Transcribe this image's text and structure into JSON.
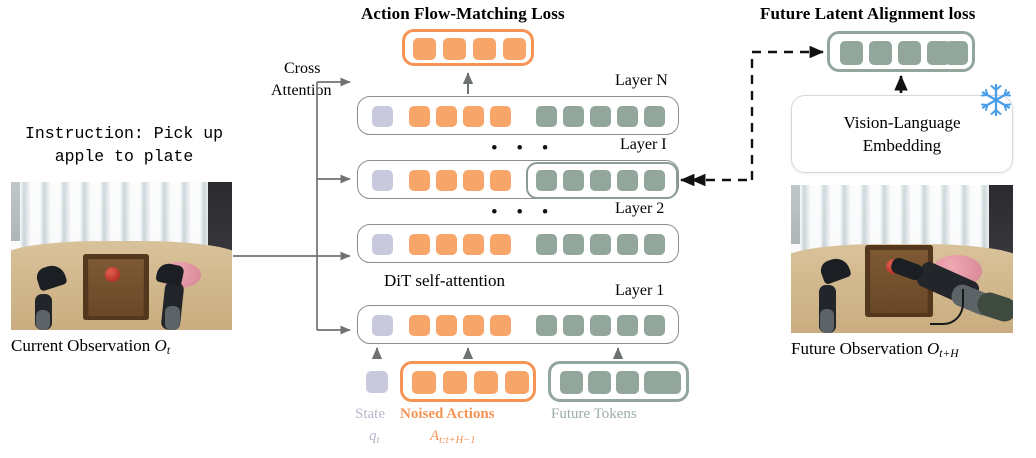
{
  "titles": {
    "left_loss": "Action Flow-Matching Loss",
    "right_loss": "Future Latent Alignment loss"
  },
  "instruction": {
    "line1": "Instruction: Pick up",
    "line2": "apple to plate"
  },
  "captions": {
    "current_observation": "Current Observation",
    "current_symbol": "O",
    "current_sub": "t",
    "future_observation": "Future Observation",
    "future_symbol": "O",
    "future_sub": "t+H"
  },
  "labels": {
    "cross_attention_line1": "Cross",
    "cross_attention_line2": "Attention",
    "dit_self_attention": "DiT self-attention",
    "vision_language_line1": "Vision-Language",
    "vision_language_line2": "Embedding",
    "ellipsis": "• • •"
  },
  "layers": [
    {
      "name": "Layer N",
      "state_tokens": 1,
      "action_tokens": 4,
      "future_tokens": 5,
      "highlight_future": false
    },
    {
      "name": "Layer I",
      "state_tokens": 1,
      "action_tokens": 4,
      "future_tokens": 5,
      "highlight_future": true
    },
    {
      "name": "Layer 2",
      "state_tokens": 1,
      "action_tokens": 4,
      "future_tokens": 5,
      "highlight_future": false
    },
    {
      "name": "Layer 1",
      "state_tokens": 1,
      "action_tokens": 4,
      "future_tokens": 5,
      "highlight_future": false
    }
  ],
  "output_box": {
    "token_count": 4,
    "token_type": "action"
  },
  "target_box": {
    "token_count": 5,
    "token_type": "future"
  },
  "input_row": {
    "state": {
      "label": "State",
      "symbol": "q",
      "sub": "t",
      "count": 1
    },
    "noised_actions": {
      "label": "Noised Actions",
      "symbol": "A",
      "sub": "t:t+H−1",
      "count": 4
    },
    "future_tokens": {
      "label": "Future Tokens",
      "count": 5
    }
  },
  "icons": {
    "frozen": "snowflake-icon"
  },
  "colors": {
    "action_token": "#f8a569",
    "future_token": "#93a69b",
    "state_token": "#c9c9de",
    "box_border": "#8a8f8c",
    "action_border": "#f59455",
    "snowflake": "#4a9ee8",
    "arrow": "#6f7370"
  }
}
